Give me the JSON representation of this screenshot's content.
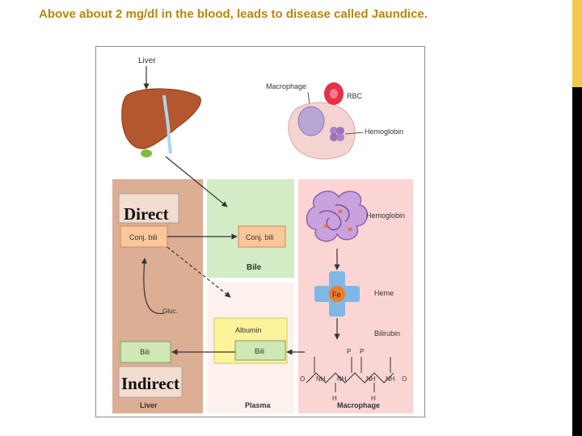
{
  "slide": {
    "title": "Above about 2 mg/dl in the blood, leads to disease called Jaundice."
  },
  "diagram": {
    "liver_label": "Liver",
    "macrophage_label": "Macrophage",
    "rbc_label": "RBC",
    "hemoglobin_label_top": "Hemoglobin",
    "direct_heading": "Direct",
    "conj_bili_liver": "Conj. bili",
    "conj_bili_bile": "Conj. bili",
    "bile_label": "Bile",
    "hemoglobin_label_mid": "Hemoglobin",
    "gluc_label": "Gluc.",
    "fe_label": "Fe",
    "heme_label": "Heme",
    "albumin_label": "Albumin",
    "bili_plasma": "Bili",
    "bilirubin_label": "Bilirubin",
    "bili_liver": "Bili",
    "indirect_heading": "Indirect",
    "liver_section": "Liver",
    "plasma_section": "Plasma",
    "macrophage_section": "Macrophage",
    "bilirubin_structure": {
      "p1": "P",
      "p2": "P",
      "o_left": "O",
      "nh1": "NH",
      "nh2": "NH",
      "nh3": "NH",
      "nh4": "NH",
      "o_right": "O",
      "h_left": "H",
      "h_right": "H"
    }
  },
  "colors": {
    "title": "#b8860b",
    "liver_panel": "#dcae94",
    "bile_panel": "#d4ecc6",
    "plasma_panel": "#fdf1ee",
    "macrophage_panel": "#fbd5d4",
    "conj_box": "#f9c79a",
    "bili_box": "#cfe8b4",
    "albumin_box": "#fdf39a",
    "accent_bar": "#f2c94c"
  }
}
